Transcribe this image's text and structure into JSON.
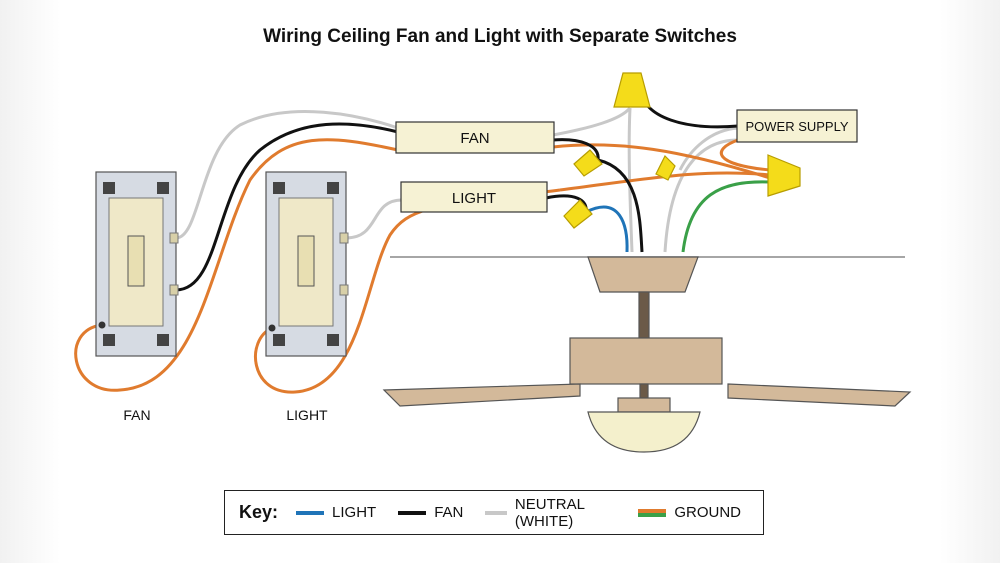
{
  "title": "Wiring Ceiling Fan and Light with Separate Switches",
  "labels": {
    "fan_box": "FAN",
    "light_box": "LIGHT",
    "power_supply": "POWER SUPPLY",
    "fan_switch": "FAN",
    "light_switch": "LIGHT"
  },
  "key": {
    "title": "Key:",
    "items": [
      {
        "label": "LIGHT",
        "color": "#1f74b8",
        "icon": "blue-line"
      },
      {
        "label": "FAN",
        "color": "#111111",
        "icon": "black-line"
      },
      {
        "label": "NEUTRAL (WHITE)",
        "color": "#c8c8c8",
        "icon": "gray-line"
      },
      {
        "label": "GROUND",
        "color": "#e07b2e",
        "color2": "#3aa048",
        "icon": "orange-green-line"
      }
    ]
  },
  "colors": {
    "wire_light": "#1f74b8",
    "wire_fan": "#111111",
    "wire_neutral": "#c8c8c8",
    "wire_ground": "#e07b2e",
    "wire_ground_alt": "#3aa048",
    "connector": "#f4dc1a",
    "fan_body": "#d3b99a",
    "label_box": "#f6f2d4",
    "switch_plate": "#d6dbe3"
  }
}
